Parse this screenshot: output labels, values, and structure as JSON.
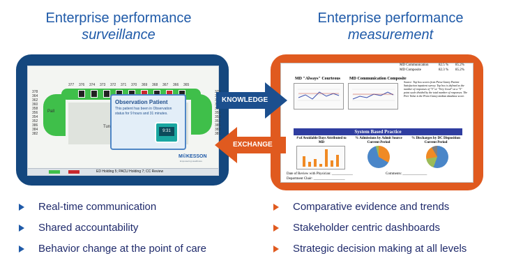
{
  "left": {
    "title_line1": "Enterprise performance",
    "title_line2": "surveillance",
    "popup": {
      "title": "Observation Patient",
      "text": "This patient has been in Observation status for 9 hours and 31 minutes.",
      "clock": "9:31"
    },
    "brand": "M©KESSON",
    "brand_sub": "Empowering Healthcare",
    "status_text": "ED Holding 5; PACU Holding 7; CC Review",
    "room_numbers": [
      "377",
      "376",
      "374",
      "373",
      "372",
      "371",
      "370",
      "369",
      "368",
      "367",
      "366",
      "365",
      "378",
      "379",
      "364",
      "363",
      "362",
      "361",
      "360",
      "359",
      "358",
      "357",
      "356",
      "355",
      "354",
      "353",
      "352",
      "351",
      "386",
      "385",
      "384",
      "383",
      "382",
      "381",
      "380"
    ],
    "side_labels": [
      "Pall",
      "Tun"
    ]
  },
  "right": {
    "title_line1": "Enterprise performance",
    "title_line2": "measurement",
    "header_rows": [
      {
        "label": "MD Communication",
        "v1": "82.5 %",
        "v2": "85.2%"
      },
      {
        "label": "MD Composite",
        "v1": "82.3 %",
        "v2": "85.2%"
      }
    ],
    "chart1_title": "MD \"Always\" Courteous",
    "chart2_title": "MD Communication Composite",
    "source_note": "Source: Top box scores from Press-Ganey Patient Satisfaction inpatient survey. Top box is defined as the number of responses of \"5\" or \"Very Good\" on a \"5\" point scale divided by the total number of responses. The Peer Value is the Press-Ganey median database score.",
    "section_title": "System Based Practice",
    "col1": "# of Avoidable Days Attributed to MD",
    "col2": "% Admissions by Admit Source Current Period",
    "col3": "% Discharges by DC Disposition Current Period",
    "footer1": "Date of Review with Physician: ____________",
    "footer2": "Comments: ______________",
    "footer3": "Department Chair: __________________"
  },
  "arrows": {
    "knowledge": "KNOWLEDGE",
    "exchange": "EXCHANGE"
  },
  "bullets_left": [
    "Real-time communication",
    "Shared accountability",
    "Behavior change at the point of care"
  ],
  "bullets_right": [
    "Comparative evidence and trends",
    "Stakeholder centric dashboards",
    "Strategic decision making at all levels"
  ],
  "colors": {
    "blue_panel": "#14477e",
    "orange_panel": "#e05a1f",
    "title_blue": "#1f5aa8",
    "arrow_blue": "#1c4f8e",
    "arrow_orange": "#e05a1f",
    "map_green": "#3fbf4a"
  }
}
